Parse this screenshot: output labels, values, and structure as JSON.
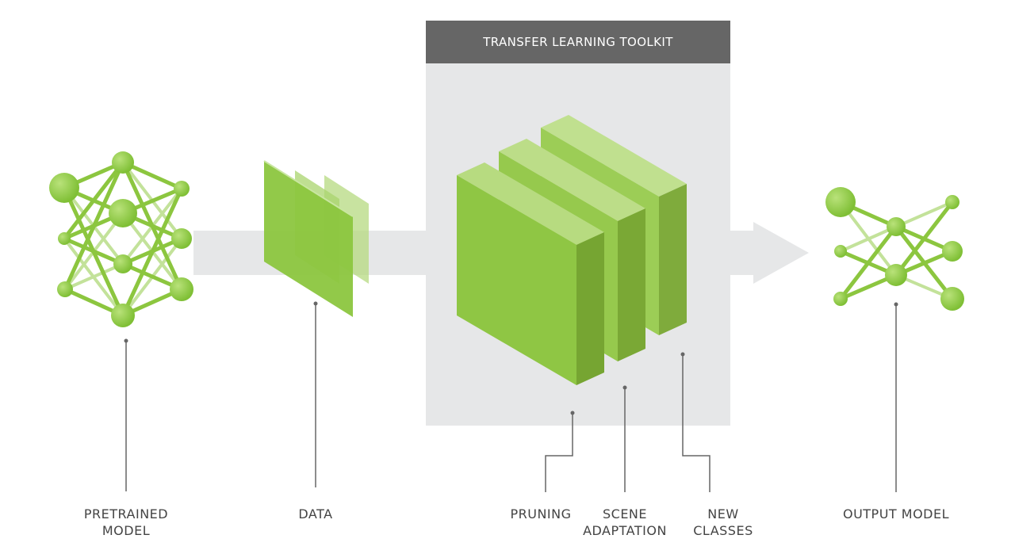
{
  "toolkit": {
    "title": "TRANSFER LEARNING TOOLKIT"
  },
  "labels": {
    "pretrained_line1": "PRETRAINED",
    "pretrained_line2": "MODEL",
    "data": "DATA",
    "pruning": "PRUNING",
    "scene_line1": "SCENE",
    "scene_line2": "ADAPTATION",
    "new_classes_line1": "NEW",
    "new_classes_line2": "CLASSES",
    "output_model": "OUTPUT MODEL"
  },
  "colors": {
    "green": "#8cc63f",
    "green_light": "#b8dc82",
    "toolkit_header": "#666666",
    "toolkit_panel": "#e6e7e8",
    "flow_arrow": "#e6e7e8",
    "leader_line": "#666666",
    "label_text": "#444444"
  }
}
